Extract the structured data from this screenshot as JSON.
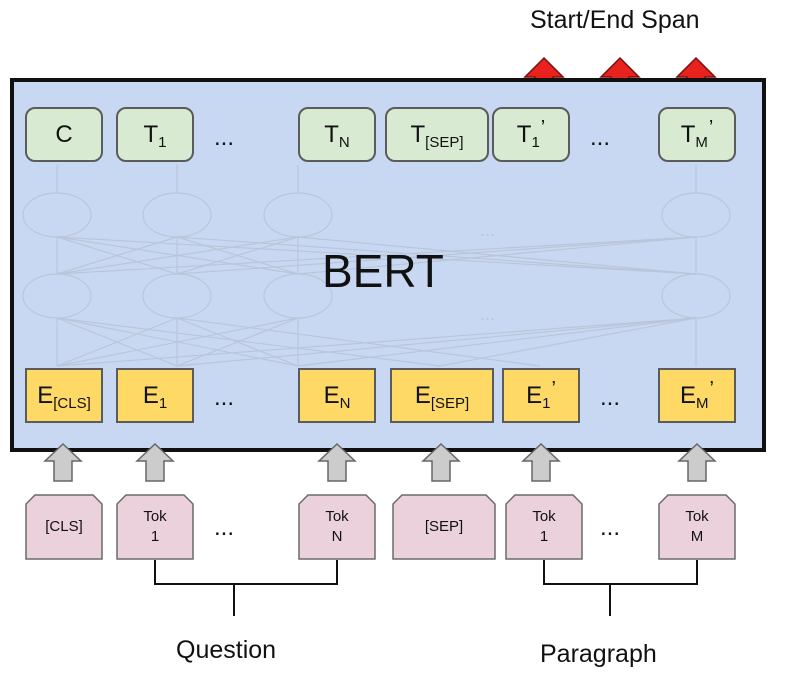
{
  "header": {
    "output_label": "Start/End Span"
  },
  "model": {
    "name": "BERT"
  },
  "outputs": [
    {
      "main": "C",
      "sub": "",
      "sup": ""
    },
    {
      "main": "T",
      "sub": "1",
      "sup": ""
    },
    {
      "main": "T",
      "sub": "N",
      "sup": ""
    },
    {
      "main": "T",
      "sub": "[SEP]",
      "sup": ""
    },
    {
      "main": "T",
      "sub": "1",
      "sup": "’"
    },
    {
      "main": "T",
      "sub": "M",
      "sup": "’"
    }
  ],
  "embeddings": [
    {
      "main": "E",
      "sub": "[CLS]",
      "sup": ""
    },
    {
      "main": "E",
      "sub": "1",
      "sup": ""
    },
    {
      "main": "E",
      "sub": "N",
      "sup": ""
    },
    {
      "main": "E",
      "sub": "[SEP]",
      "sup": ""
    },
    {
      "main": "E",
      "sub": "1",
      "sup": "’"
    },
    {
      "main": "E",
      "sub": "M",
      "sup": "’"
    }
  ],
  "tokens": [
    {
      "line1": "[CLS]",
      "line2": ""
    },
    {
      "line1": "Tok",
      "line2": "1"
    },
    {
      "line1": "Tok",
      "line2": "N"
    },
    {
      "line1": "[SEP]",
      "line2": ""
    },
    {
      "line1": "Tok",
      "line2": "1"
    },
    {
      "line1": "Tok",
      "line2": "M"
    }
  ],
  "ellipsis": "...",
  "segments": {
    "question": "Question",
    "paragraph": "Paragraph"
  },
  "colors": {
    "bert_bg": "#c9d8f2",
    "output_box": "#d9ead3",
    "embedding_box": "#ffd966",
    "token_box": "#ead1dc",
    "span_arrow": "#e8231f",
    "input_arrow": "#cccccc"
  }
}
